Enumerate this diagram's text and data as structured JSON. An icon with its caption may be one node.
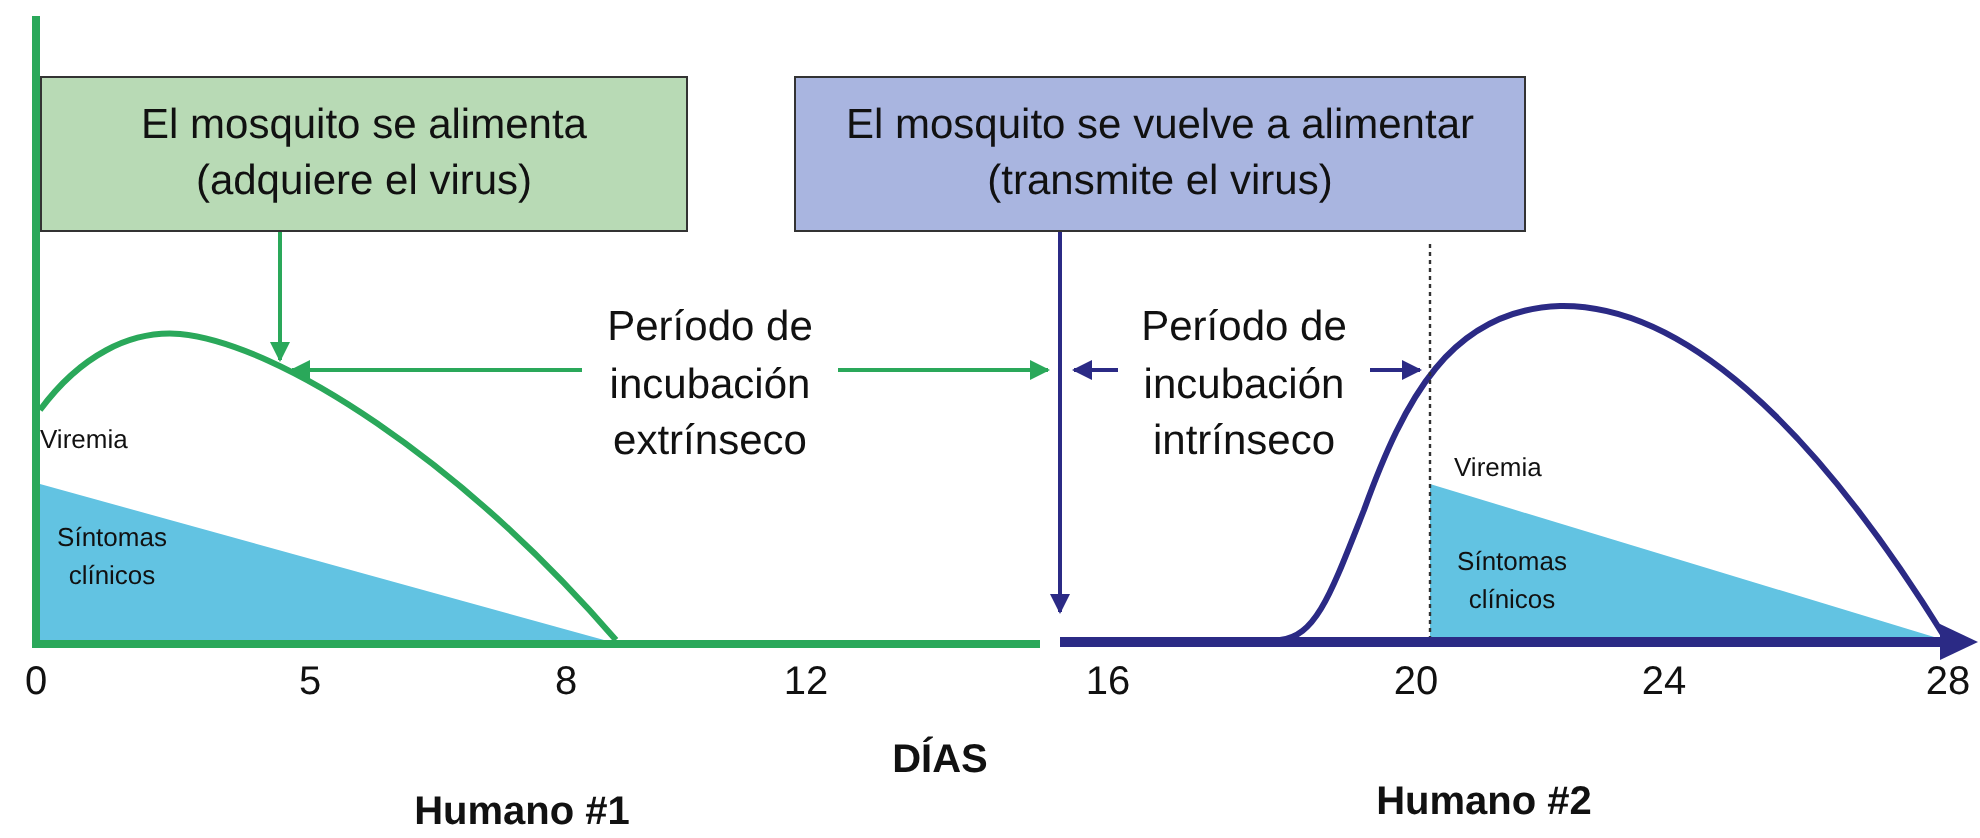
{
  "diagram": {
    "nodes": [
      {
        "text": [
          "El mosquito se alimenta (adquiere el virus)"
        ]
      },
      {
        "text": [
          "El mosquito se vuelve a alimentar (transmite el virus)"
        ]
      },
      {
        "text": [
          "Período de incubación extrínseco"
        ]
      },
      {
        "text": [
          "Período de incubación intrínseco"
        ]
      },
      {
        "text": [],
        "shape": "curve"
      },
      {
        "text": [],
        "shape": "curve"
      }
    ],
    "edges": [
      {
        "from": 0,
        "to": 4,
        "arrow": "to",
        "color": "#2aa85a"
      },
      {
        "from": 2,
        "to": 4,
        "arrow": "to",
        "color": "#2aa85a"
      },
      {
        "from": 2,
        "to": null,
        "arrow": "to",
        "color": "#2aa85a"
      },
      {
        "from": 1,
        "to": null,
        "arrow": "to",
        "color": "#2b2a85"
      },
      {
        "from": 3,
        "to": null,
        "arrow": "to",
        "color": "#2b2a85"
      },
      {
        "from": 3,
        "to": 5,
        "arrow": "to",
        "color": "#2b2a85"
      }
    ],
    "labels": [
      "Viremia",
      "Síntomas clínicos",
      "Viremia",
      "Síntomas clínicos",
      "0",
      "5",
      "8",
      "12",
      "16",
      "20",
      "24",
      "28",
      "DÍAS",
      "Humano #1",
      "Humano #2"
    ]
  }
}
